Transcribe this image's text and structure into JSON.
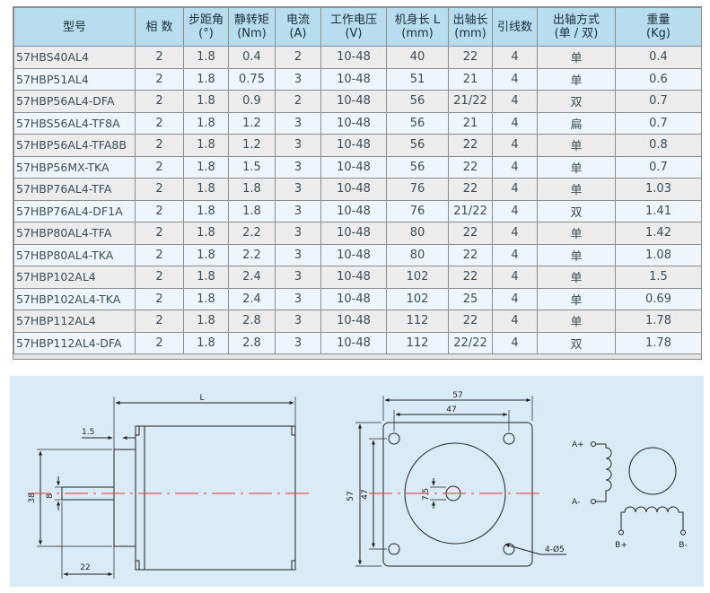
{
  "table": {
    "headers": [
      "型号",
      "相 数",
      "步距角\n(°)",
      "静转矩\n(Nm)",
      "电流\n(A)",
      "工作电压\n(V)",
      "机身长 L\n(mm)",
      "出轴长\n(mm)",
      "引线数",
      "出轴方式\n(单 / 双)",
      "重量\n(Kg)"
    ],
    "rows": [
      [
        "57HBS40AL4",
        "2",
        "1.8",
        "0.4",
        "2",
        "10-48",
        "40",
        "22",
        "4",
        "单",
        "0.4"
      ],
      [
        "57HBP51AL4",
        "2",
        "1.8",
        "0.75",
        "3",
        "10-48",
        "51",
        "21",
        "4",
        "单",
        "0.6"
      ],
      [
        "57HBP56AL4-DFA",
        "2",
        "1.8",
        "0.9",
        "2",
        "10-48",
        "56",
        "21/22",
        "4",
        "双",
        "0.7"
      ],
      [
        "57HBS56AL4-TF8A",
        "2",
        "1.8",
        "1.2",
        "3",
        "10-48",
        "56",
        "21",
        "4",
        "扁",
        "0.7"
      ],
      [
        "57HBP56AL4-TFA8B",
        "2",
        "1.8",
        "1.2",
        "3",
        "10-48",
        "56",
        "22",
        "4",
        "单",
        "0.8"
      ],
      [
        "57HBP56MX-TKA",
        "2",
        "1.8",
        "1.5",
        "3",
        "10-48",
        "56",
        "22",
        "4",
        "单",
        "0.7"
      ],
      [
        "57HBP76AL4-TFA",
        "2",
        "1.8",
        "1.8",
        "3",
        "10-48",
        "76",
        "22",
        "4",
        "单",
        "1.03"
      ],
      [
        "57HBP76AL4-DF1A",
        "2",
        "1.8",
        "1.8",
        "3",
        "10-48",
        "76",
        "21/22",
        "4",
        "双",
        "1.41"
      ],
      [
        "57HBP80AL4-TFA",
        "2",
        "1.8",
        "2.2",
        "3",
        "10-48",
        "80",
        "22",
        "4",
        "单",
        "1.42"
      ],
      [
        "57HBP80AL4-TKA",
        "2",
        "1.8",
        "2.2",
        "3",
        "10-48",
        "80",
        "22",
        "4",
        "单",
        "1.08"
      ],
      [
        "57HBP102AL4",
        "2",
        "1.8",
        "2.4",
        "3",
        "10-48",
        "102",
        "22",
        "4",
        "单",
        "1.5"
      ],
      [
        "57HBP102AL4-TKA",
        "2",
        "1.8",
        "2.4",
        "3",
        "10-48",
        "102",
        "25",
        "4",
        "单",
        "0.69"
      ],
      [
        "57HBP112AL4",
        "2",
        "1.8",
        "2.8",
        "3",
        "10-48",
        "112",
        "22",
        "4",
        "单",
        "1.78"
      ],
      [
        "57HBP112AL4-DFA",
        "2",
        "1.8",
        "2.8",
        "3",
        "10-48",
        "112",
        "22/22",
        "4",
        "双",
        "1.78"
      ]
    ]
  },
  "drawing": {
    "side_view": {
      "length_label": "L",
      "flange_label": "1.5",
      "outer_height_label": "38",
      "shaft_dia_label": "8",
      "shaft_length_label": "22"
    },
    "front_view": {
      "outer_width_label": "57",
      "hole_spacing_h_label": "47",
      "outer_height_label": "57",
      "hole_spacing_v_label": "47",
      "flat_label": "7.5",
      "holes_label": "4-Ø5"
    },
    "wiring": {
      "a_plus": "A+",
      "a_minus": "A-",
      "b_plus": "B+",
      "b_minus": "B-"
    }
  }
}
